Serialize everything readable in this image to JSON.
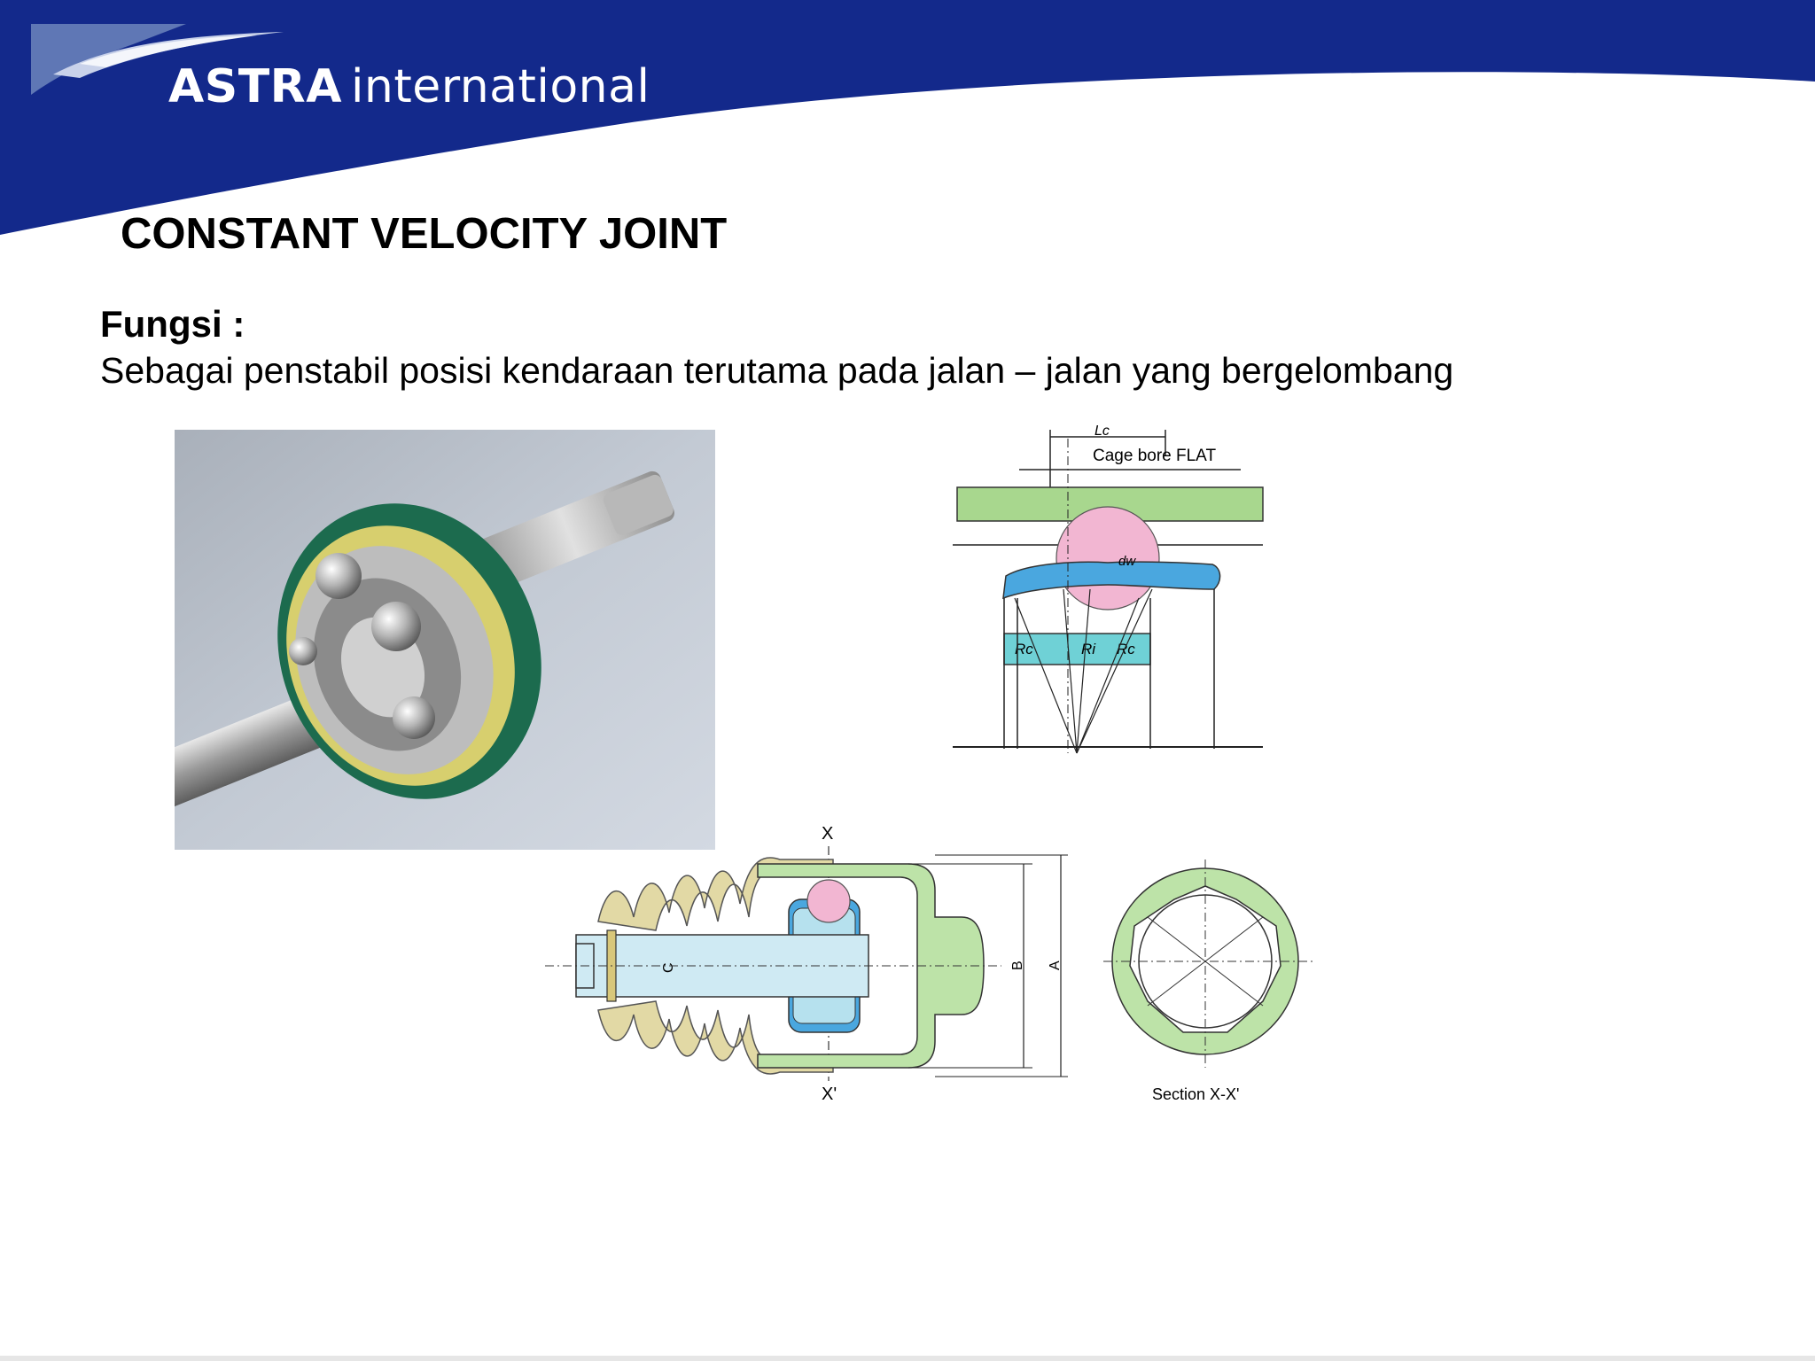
{
  "brand": {
    "strong": "ASTRA",
    "light": "international",
    "primary_color": "#13298b"
  },
  "title": "CONSTANT VELOCITY JOINT",
  "fungsi": {
    "label": "Fungsi :",
    "text": "Sebagai penstabil posisi kendaraan terutama pada jalan – jalan yang bergelombang"
  },
  "diagram_top": {
    "label_lc": "Lc",
    "label_cage": "Cage bore FLAT",
    "label_dw": "dw",
    "label_rc_left": "Rc",
    "label_ri": "Ri",
    "label_rc_right": "Rc"
  },
  "diagram_bottom": {
    "label_x_top": "X",
    "label_x_bottom": "X'",
    "label_c": "C",
    "label_b": "B",
    "label_a": "A",
    "section_label": "Section  X-X'"
  }
}
